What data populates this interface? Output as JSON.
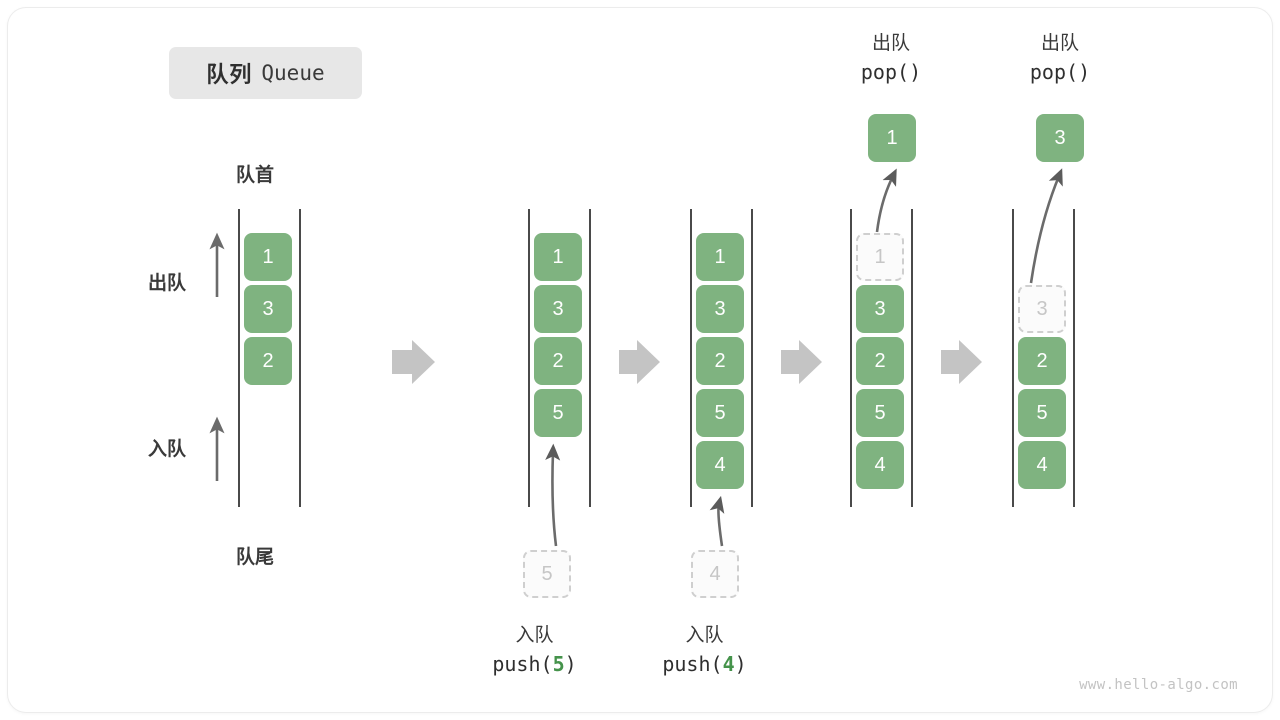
{
  "title": {
    "cn": "队列",
    "en": "Queue"
  },
  "labels": {
    "front": "队首",
    "rear": "队尾",
    "dequeue": "出队",
    "enqueue": "入队"
  },
  "watermark": "www.hello-algo.com",
  "colors": {
    "cell_green": "#7fb380",
    "ghost_border": "#cfcfcf",
    "ghost_text": "#c6c6c6",
    "rail": "#4a4a4a",
    "arrow_gray": "#6b6b6b",
    "separator_gray": "#c4c4c4",
    "badge_bg": "#e7e7e7",
    "code_arg_green": "#45934b"
  },
  "steps": [
    {
      "name": "initial",
      "cells": [
        "1",
        "3",
        "2"
      ],
      "ghost_top": null,
      "ghost_bottom": null,
      "caption_cn": null,
      "caption_code": null,
      "caption_arg": null,
      "popped": null
    },
    {
      "name": "push-5",
      "cells": [
        "1",
        "3",
        "2",
        "5"
      ],
      "ghost_top": null,
      "ghost_bottom": "5",
      "caption_cn": "入队",
      "caption_code_prefix": "push(",
      "caption_arg": "5",
      "caption_code_suffix": ")",
      "popped": null
    },
    {
      "name": "push-4",
      "cells": [
        "1",
        "3",
        "2",
        "5",
        "4"
      ],
      "ghost_top": null,
      "ghost_bottom": "4",
      "caption_cn": "入队",
      "caption_code_prefix": "push(",
      "caption_arg": "4",
      "caption_code_suffix": ")",
      "popped": null
    },
    {
      "name": "pop-1",
      "cells": [
        "3",
        "2",
        "5",
        "4"
      ],
      "ghost_top": "1",
      "ghost_bottom": null,
      "caption_cn": "出队",
      "caption_code_prefix": "pop(",
      "caption_arg": "",
      "caption_code_suffix": ")",
      "popped": "1"
    },
    {
      "name": "pop-3",
      "cells": [
        "2",
        "5",
        "4"
      ],
      "ghost_top": "3",
      "ghost_bottom": null,
      "caption_cn": "出队",
      "caption_code_prefix": "pop(",
      "caption_arg": "",
      "caption_code_suffix": ")",
      "popped": "3"
    }
  ],
  "separators_count": 4
}
